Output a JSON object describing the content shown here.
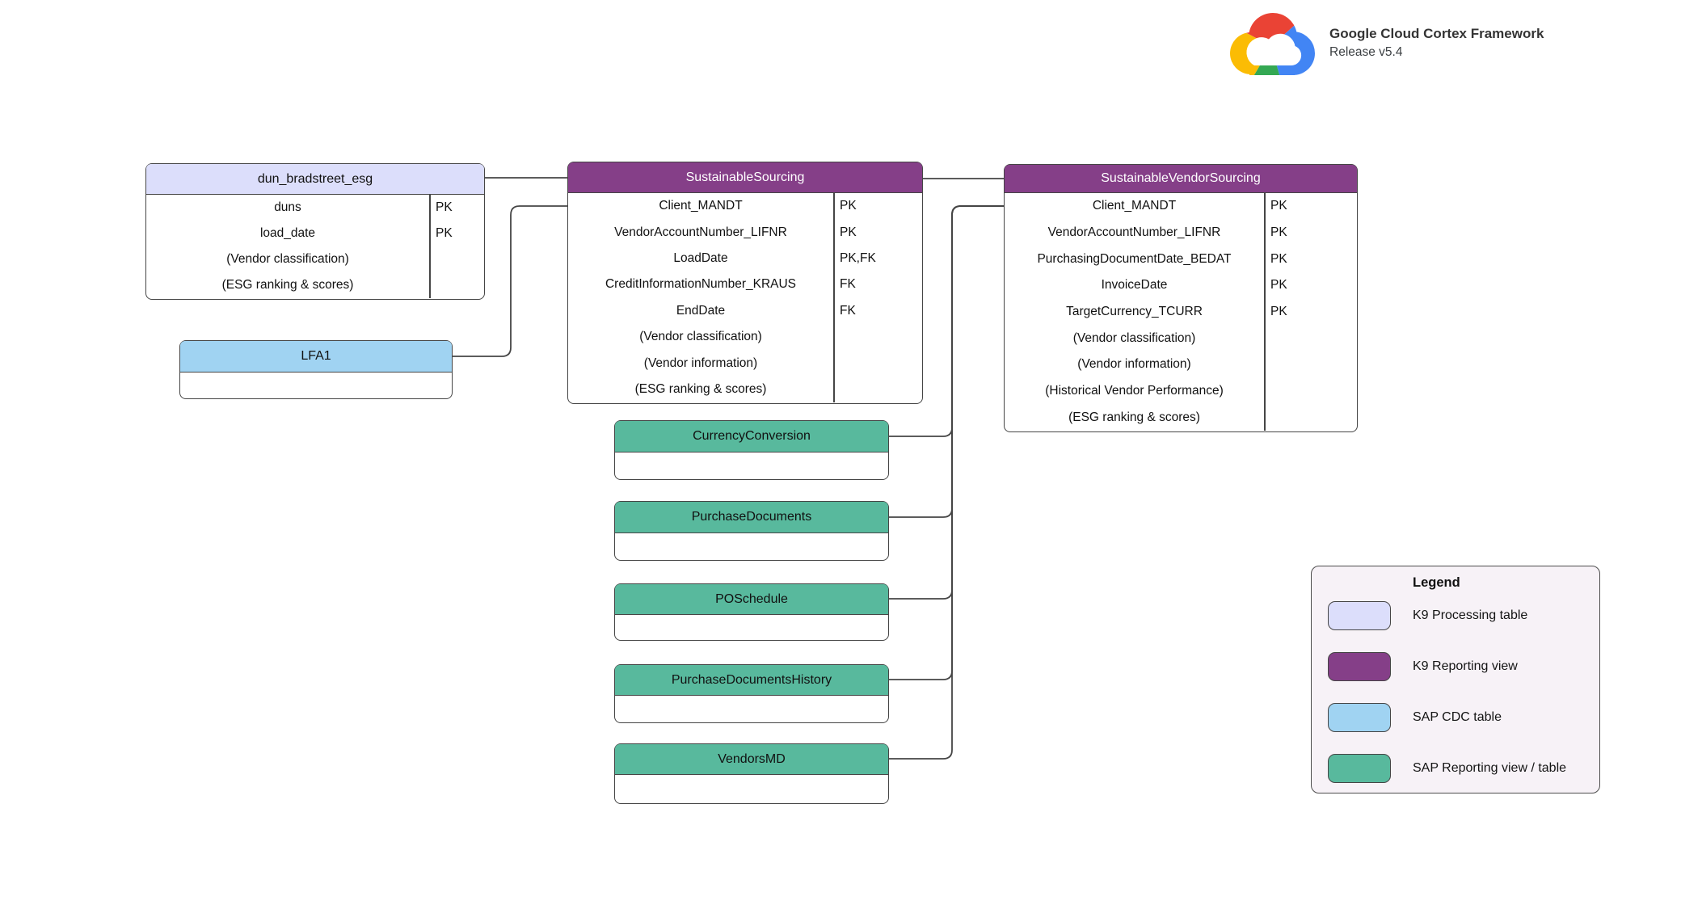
{
  "branding": {
    "product": "Google Cloud Cortex Framework",
    "release": "Release v5.4",
    "logo": "google-cloud-logo"
  },
  "colors": {
    "k9_processing": "#dcdefb",
    "k9_reporting": "#853f88",
    "sap_cdc": "#a0d3f2",
    "sap_reporting": "#58b99d",
    "k9_reporting_text": "#ffffff",
    "default_text": "#111111",
    "connector": "#454545",
    "legend_background": "#f7f2f7"
  },
  "diagram": {
    "entities": [
      {
        "id": "dun_bradstreet_esg",
        "title": "dun_bradstreet_esg",
        "category": "k9_processing",
        "fields": [
          {
            "name": "duns",
            "key": "PK"
          },
          {
            "name": "load_date",
            "key": "PK"
          },
          {
            "name": "(Vendor classification)",
            "key": ""
          },
          {
            "name": "(ESG ranking & scores)",
            "key": ""
          }
        ]
      },
      {
        "id": "SustainableSourcing",
        "title": "SustainableSourcing",
        "category": "k9_reporting",
        "fields": [
          {
            "name": "Client_MANDT",
            "key": "PK"
          },
          {
            "name": "VendorAccountNumber_LIFNR",
            "key": "PK"
          },
          {
            "name": "LoadDate",
            "key": "PK,FK"
          },
          {
            "name": "CreditInformationNumber_KRAUS",
            "key": "FK"
          },
          {
            "name": "EndDate",
            "key": "FK"
          },
          {
            "name": "(Vendor classification)",
            "key": ""
          },
          {
            "name": "(Vendor information)",
            "key": ""
          },
          {
            "name": "(ESG ranking & scores)",
            "key": ""
          }
        ]
      },
      {
        "id": "SustainableVendorSourcing",
        "title": "SustainableVendorSourcing",
        "category": "k9_reporting",
        "fields": [
          {
            "name": "Client_MANDT",
            "key": "PK"
          },
          {
            "name": "VendorAccountNumber_LIFNR",
            "key": "PK"
          },
          {
            "name": "PurchasingDocumentDate_BEDAT",
            "key": "PK"
          },
          {
            "name": "InvoiceDate",
            "key": "PK"
          },
          {
            "name": "TargetCurrency_TCURR",
            "key": "PK"
          },
          {
            "name": "(Vendor classification)",
            "key": ""
          },
          {
            "name": "(Vendor information)",
            "key": ""
          },
          {
            "name": "(Historical Vendor Performance)",
            "key": ""
          },
          {
            "name": "(ESG ranking & scores)",
            "key": ""
          }
        ]
      },
      {
        "id": "LFA1",
        "title": "LFA1",
        "category": "sap_cdc",
        "fields": [
          {
            "name": "",
            "key": ""
          }
        ]
      },
      {
        "id": "CurrencyConversion",
        "title": "CurrencyConversion",
        "category": "sap_reporting",
        "fields": [
          {
            "name": "",
            "key": ""
          }
        ]
      },
      {
        "id": "PurchaseDocuments",
        "title": "PurchaseDocuments",
        "category": "sap_reporting",
        "fields": [
          {
            "name": "",
            "key": ""
          }
        ]
      },
      {
        "id": "POSchedule",
        "title": "POSchedule",
        "category": "sap_reporting",
        "fields": [
          {
            "name": "",
            "key": ""
          }
        ]
      },
      {
        "id": "PurchaseDocumentsHistory",
        "title": "PurchaseDocumentsHistory",
        "category": "sap_reporting",
        "fields": [
          {
            "name": "",
            "key": ""
          }
        ]
      },
      {
        "id": "VendorsMD",
        "title": "VendorsMD",
        "category": "sap_reporting",
        "fields": [
          {
            "name": "",
            "key": ""
          }
        ]
      }
    ],
    "connections": [
      {
        "from": "dun_bradstreet_esg",
        "to": "SustainableSourcing"
      },
      {
        "from": "LFA1",
        "to": "SustainableSourcing"
      },
      {
        "from": "SustainableSourcing",
        "to": "SustainableVendorSourcing"
      },
      {
        "from": "CurrencyConversion",
        "to": "SustainableVendorSourcing"
      },
      {
        "from": "PurchaseDocuments",
        "to": "SustainableVendorSourcing"
      },
      {
        "from": "POSchedule",
        "to": "SustainableVendorSourcing"
      },
      {
        "from": "PurchaseDocumentsHistory",
        "to": "SustainableVendorSourcing"
      },
      {
        "from": "VendorsMD",
        "to": "SustainableVendorSourcing"
      }
    ]
  },
  "legend": {
    "title": "Legend",
    "items": [
      {
        "label": "K9 Processing table",
        "category": "k9_processing"
      },
      {
        "label": "K9 Reporting view",
        "category": "k9_reporting"
      },
      {
        "label": "SAP CDC table",
        "category": "sap_cdc"
      },
      {
        "label": "SAP Reporting view / table",
        "category": "sap_reporting"
      }
    ]
  }
}
